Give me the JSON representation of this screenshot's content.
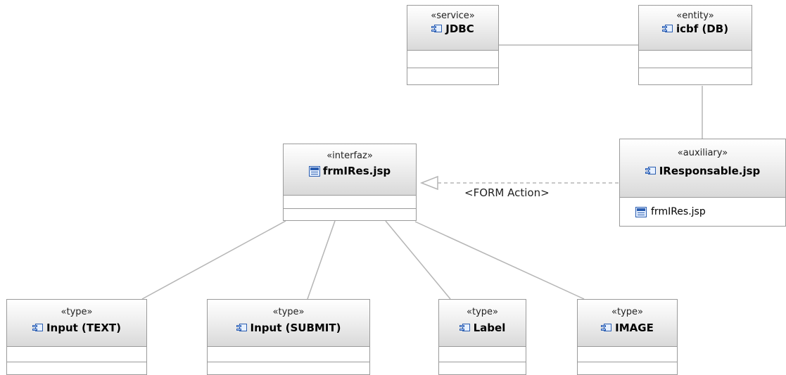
{
  "diagram": {
    "nodes": {
      "jdbc": {
        "stereotype": "«service»",
        "name": "JDBC",
        "icon": "component-icon"
      },
      "icbf": {
        "stereotype": "«entity»",
        "name": "icbf (DB)",
        "icon": "component-icon"
      },
      "frmires": {
        "stereotype": "«interfaz»",
        "name": "frmIRes.jsp",
        "icon": "form-icon"
      },
      "iresponsable": {
        "stereotype": "«auxiliary»",
        "name": "IResponsable.jsp",
        "icon": "component-icon",
        "attributes": [
          {
            "icon": "form-icon",
            "text": "frmIRes.jsp"
          }
        ]
      },
      "input_text": {
        "stereotype": "«type»",
        "name": "Input (TEXT)",
        "icon": "component-icon"
      },
      "input_submit": {
        "stereotype": "«type»",
        "name": "Input (SUBMIT)",
        "icon": "component-icon"
      },
      "label": {
        "stereotype": "«type»",
        "name": "Label",
        "icon": "component-icon"
      },
      "image": {
        "stereotype": "«type»",
        "name": "IMAGE",
        "icon": "component-icon"
      }
    },
    "connections": {
      "form_action": {
        "label": "<FORM Action>",
        "style": "dashed",
        "arrow": "hollow-triangle"
      }
    },
    "colors": {
      "border": "#9a9a9a",
      "header_top": "#ffffff",
      "header_bottom": "#d9d9d9",
      "icon": "#2a5db0",
      "line": "#b5b5b5"
    }
  }
}
